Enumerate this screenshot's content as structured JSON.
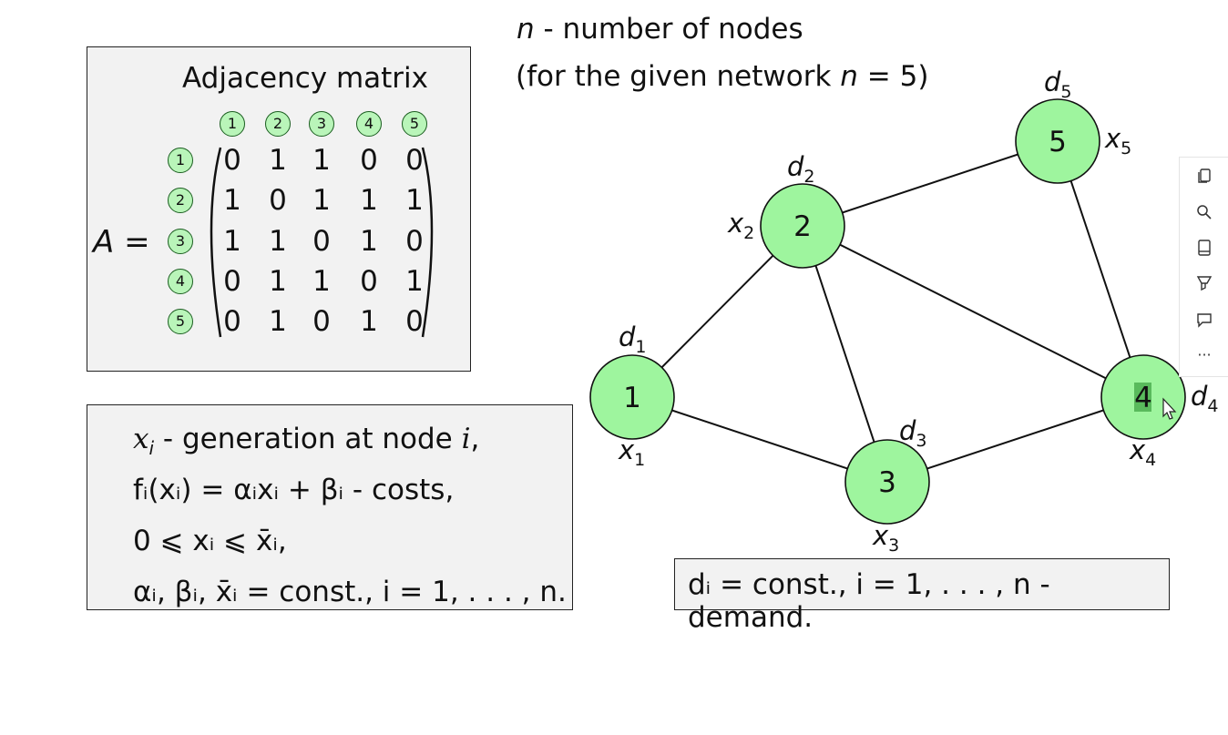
{
  "top": {
    "line1_var": "n",
    "line1_text": " - number of nodes",
    "line2_text": "(for the given network ",
    "line2_var": "n",
    "line2_eq": " = 5)"
  },
  "matrix": {
    "title": "Adjacency matrix",
    "lhs": "A =",
    "col_labels": [
      "1",
      "2",
      "3",
      "4",
      "5"
    ],
    "row_labels": [
      "1",
      "2",
      "3",
      "4",
      "5"
    ],
    "rows": [
      [
        "0",
        "1",
        "1",
        "0",
        "0"
      ],
      [
        "1",
        "0",
        "1",
        "1",
        "1"
      ],
      [
        "1",
        "1",
        "0",
        "1",
        "0"
      ],
      [
        "0",
        "1",
        "1",
        "0",
        "1"
      ],
      [
        "0",
        "1",
        "0",
        "1",
        "0"
      ]
    ]
  },
  "formulas": {
    "line1": {
      "var": "x",
      "sub": "i",
      "text": " - generation at node ",
      "var2": "i",
      "end": ","
    },
    "line2": "fᵢ(xᵢ) = αᵢxᵢ + βᵢ - costs,",
    "line3": "0 ⩽ xᵢ ⩽ x̄ᵢ,",
    "line4": "αᵢ, βᵢ, x̄ᵢ = const., i = 1, . . . , n."
  },
  "demand": {
    "text": "dᵢ = const., i = 1, . . . , n - demand."
  },
  "graph": {
    "node_fill": "#9ef59e",
    "highlight_fill": "#4caf50",
    "nodes": [
      {
        "id": "1",
        "d_label": "d",
        "d_sub": "1",
        "x_label": "x",
        "x_sub": "1"
      },
      {
        "id": "2",
        "d_label": "d",
        "d_sub": "2",
        "x_label": "x",
        "x_sub": "2"
      },
      {
        "id": "3",
        "d_label": "d",
        "d_sub": "3",
        "x_label": "x",
        "x_sub": "3"
      },
      {
        "id": "4",
        "d_label": "d",
        "d_sub": "4",
        "x_label": "x",
        "x_sub": "4"
      },
      {
        "id": "5",
        "d_label": "d",
        "d_sub": "5",
        "x_label": "x",
        "x_sub": "5"
      }
    ],
    "edges": [
      [
        "1",
        "2"
      ],
      [
        "1",
        "3"
      ],
      [
        "2",
        "3"
      ],
      [
        "2",
        "4"
      ],
      [
        "2",
        "5"
      ],
      [
        "3",
        "4"
      ],
      [
        "4",
        "5"
      ]
    ]
  },
  "toolbar": {
    "icons": [
      "copy-icon",
      "search-icon",
      "book-icon",
      "highlighter-icon",
      "comment-icon",
      "more-icon"
    ],
    "more_label": "···"
  }
}
